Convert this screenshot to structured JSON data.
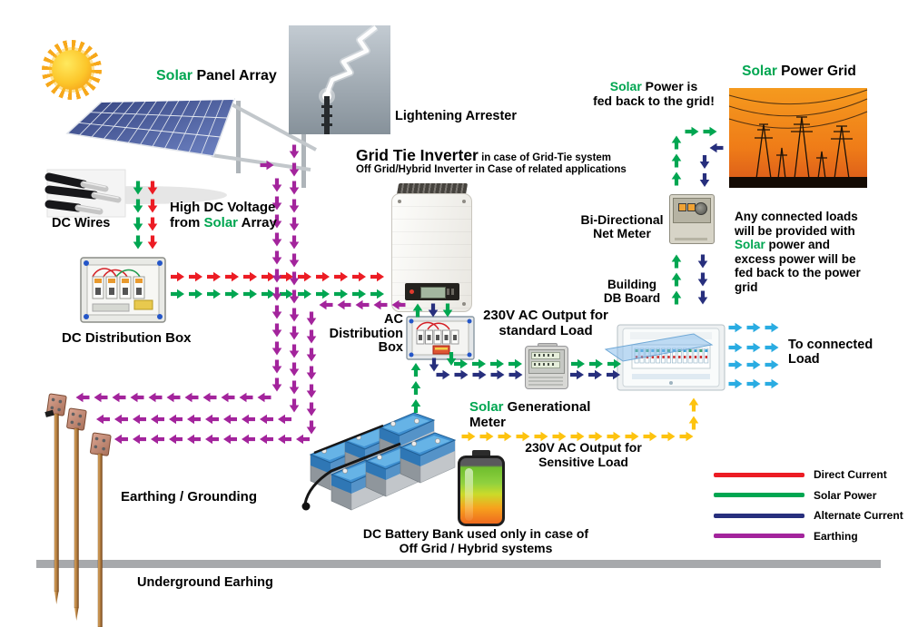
{
  "palette": {
    "red": "#ec1c24",
    "green": "#00a651",
    "navy": "#272f7d",
    "magenta": "#a3249c",
    "yellow": "#fdc30f",
    "blue": "#2aace2",
    "solar_text": "#00a651"
  },
  "labels": {
    "solar_panel_array": {
      "solar": "Solar",
      "rest": " Panel Array"
    },
    "lightening_arrester": "Lightening Arrester",
    "grid_tie_inverter": {
      "title": "Grid Tie Inverter",
      "suffix": " in case of Grid-Tie system",
      "line2": "Off Grid/Hybrid Inverter in Case of related applications"
    },
    "solar_power_grid": {
      "solar": "Solar",
      "rest": " Power Grid"
    },
    "fed_back": {
      "solar": "Solar",
      "rest": " Power is",
      "line2": "fed back to the grid!"
    },
    "dc_wires": "DC Wires",
    "high_dc_voltage": {
      "line1": "High DC Voltage",
      "from": "from ",
      "solar": "Solar",
      "array": " Array"
    },
    "bi_directional": {
      "line1": "Bi-Directional",
      "line2": "Net Meter"
    },
    "any_connected": {
      "part1": "Any connected loads will be provided with ",
      "solar": "Solar",
      "part2": " power and excess power will be fed back to the power grid"
    },
    "dc_distribution_box": "DC Distribution Box",
    "building_db": {
      "line1": "Building",
      "line2": "DB Board"
    },
    "ac_distribution_box": "AC Distribution Box",
    "output_standard": "230V AC Output for standard Load",
    "to_connected_load": "To connected Load",
    "solar_generational": {
      "solar": "Solar",
      "rest": " Generational Meter"
    },
    "output_sensitive": "230V AC Output for Sensitive Load",
    "earthing_grounding": "Earthing / Grounding",
    "dc_battery_bank": "DC Battery Bank used only in case of Off Grid / Hybrid systems",
    "underground_earthing": "Underground Earhing"
  },
  "legend": {
    "items": [
      {
        "label": "Direct Current",
        "color": "#ec1c24"
      },
      {
        "label": "Solar Power",
        "color": "#00a651"
      },
      {
        "label": "Alternate Current",
        "color": "#272f7d"
      },
      {
        "label": "Earthing",
        "color": "#a3249c"
      }
    ]
  },
  "icons": [
    "sun-icon",
    "solar-panel-image",
    "lightning-arrester-photo",
    "dc-wires-photo",
    "dc-distribution-box-photo",
    "grid-tie-inverter-photo",
    "ac-distribution-box-photo",
    "solar-generational-meter-photo",
    "bi-directional-net-meter-photo",
    "building-db-board-photo",
    "battery-bank-photo",
    "battery-charge-icon",
    "earthing-rod-icon",
    "underground-line"
  ],
  "flows": [
    {
      "color": "green",
      "points": [
        [
          152,
          193
        ],
        [
          152,
          281
        ]
      ]
    },
    {
      "color": "red",
      "points": [
        [
          168,
          193
        ],
        [
          168,
          281
        ]
      ]
    },
    {
      "color": "red",
      "points": [
        [
          187,
          305
        ],
        [
          424,
          305
        ]
      ]
    },
    {
      "color": "green",
      "points": [
        [
          187,
          324
        ],
        [
          424,
          324
        ]
      ]
    },
    {
      "color": "magenta",
      "points": [
        [
          285,
          182
        ],
        [
          303,
          182
        ]
      ]
    },
    {
      "color": "magenta",
      "points": [
        [
          305,
          190
        ],
        [
          305,
          438
        ],
        [
          77,
          438
        ]
      ]
    },
    {
      "color": "magenta",
      "points": [
        [
          324,
          152
        ],
        [
          324,
          462
        ],
        [
          103,
          462
        ]
      ]
    },
    {
      "color": "magenta",
      "points": [
        [
          343,
          338
        ],
        [
          343,
          484
        ],
        [
          124,
          484
        ]
      ]
    },
    {
      "color": "magenta",
      "points": [
        [
          452,
          336
        ],
        [
          346,
          336
        ]
      ]
    },
    {
      "color": "green",
      "points": [
        [
          460,
          351
        ],
        [
          460,
          333
        ]
      ]
    },
    {
      "color": "navy",
      "points": [
        [
          477,
          333
        ],
        [
          477,
          351
        ]
      ]
    },
    {
      "color": "green",
      "points": [
        [
          493,
          333
        ],
        [
          493,
          351
        ]
      ]
    },
    {
      "color": "green",
      "points": [
        [
          497,
          390
        ],
        [
          497,
          401
        ],
        [
          578,
          401
        ]
      ]
    },
    {
      "color": "navy",
      "points": [
        [
          478,
          391
        ],
        [
          478,
          413
        ],
        [
          578,
          413
        ]
      ]
    },
    {
      "color": "green",
      "points": [
        [
          627,
          401
        ],
        [
          686,
          401
        ]
      ]
    },
    {
      "color": "navy",
      "points": [
        [
          625,
          413
        ],
        [
          686,
          413
        ]
      ]
    },
    {
      "color": "green",
      "points": [
        [
          458,
          463
        ],
        [
          458,
          392
        ]
      ]
    },
    {
      "color": "green",
      "points": [
        [
          745,
          345
        ],
        [
          745,
          271
        ]
      ]
    },
    {
      "color": "navy",
      "points": [
        [
          774,
          271
        ],
        [
          774,
          345
        ]
      ]
    },
    {
      "color": "green",
      "points": [
        [
          745,
          209
        ],
        [
          745,
          145
        ],
        [
          799,
          145
        ]
      ]
    },
    {
      "color": "navy",
      "points": [
        [
          798,
          163
        ],
        [
          780,
          163
        ]
      ]
    },
    {
      "color": "navy",
      "points": [
        [
          776,
          168
        ],
        [
          776,
          209
        ]
      ]
    },
    {
      "color": "yellow",
      "points": [
        [
          508,
          481
        ],
        [
          764,
          481
        ],
        [
          764,
          431
        ]
      ]
    },
    {
      "color": "blue",
      "points": [
        [
          801,
          361
        ],
        [
          859,
          361
        ]
      ]
    },
    {
      "color": "blue",
      "points": [
        [
          801,
          383
        ],
        [
          859,
          383
        ]
      ]
    },
    {
      "color": "blue",
      "points": [
        [
          801,
          402
        ],
        [
          859,
          402
        ]
      ]
    },
    {
      "color": "blue",
      "points": [
        [
          801,
          423
        ],
        [
          859,
          423
        ]
      ]
    }
  ]
}
